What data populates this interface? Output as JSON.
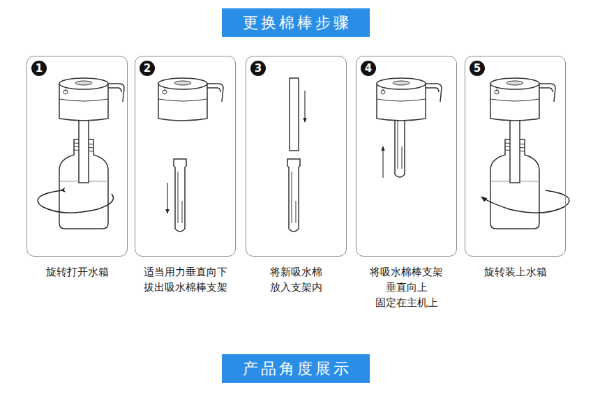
{
  "diagram": {
    "title": "更换棉棒步骤",
    "nodes": [
      {
        "text": [
          "旋转打开水箱"
        ]
      },
      {
        "text": [
          "1"
        ],
        "in": 0
      },
      {
        "text": [
          "适当用力垂直向下 拔出吸水棉棒支架"
        ]
      },
      {
        "text": [
          "2"
        ],
        "in": 2
      },
      {
        "text": [
          "将新吸水棉 放入支架内"
        ]
      },
      {
        "text": [
          "3"
        ],
        "in": 4
      },
      {
        "text": [
          "将吸水棉棒支架 垂直向上 固定在主机上"
        ]
      },
      {
        "text": [
          "4"
        ],
        "in": 6
      },
      {
        "text": [
          "旋转装上水箱"
        ]
      },
      {
        "text": [
          "5"
        ],
        "in": 8
      },
      {
        "text": [
          "产品角度展示"
        ]
      }
    ]
  }
}
